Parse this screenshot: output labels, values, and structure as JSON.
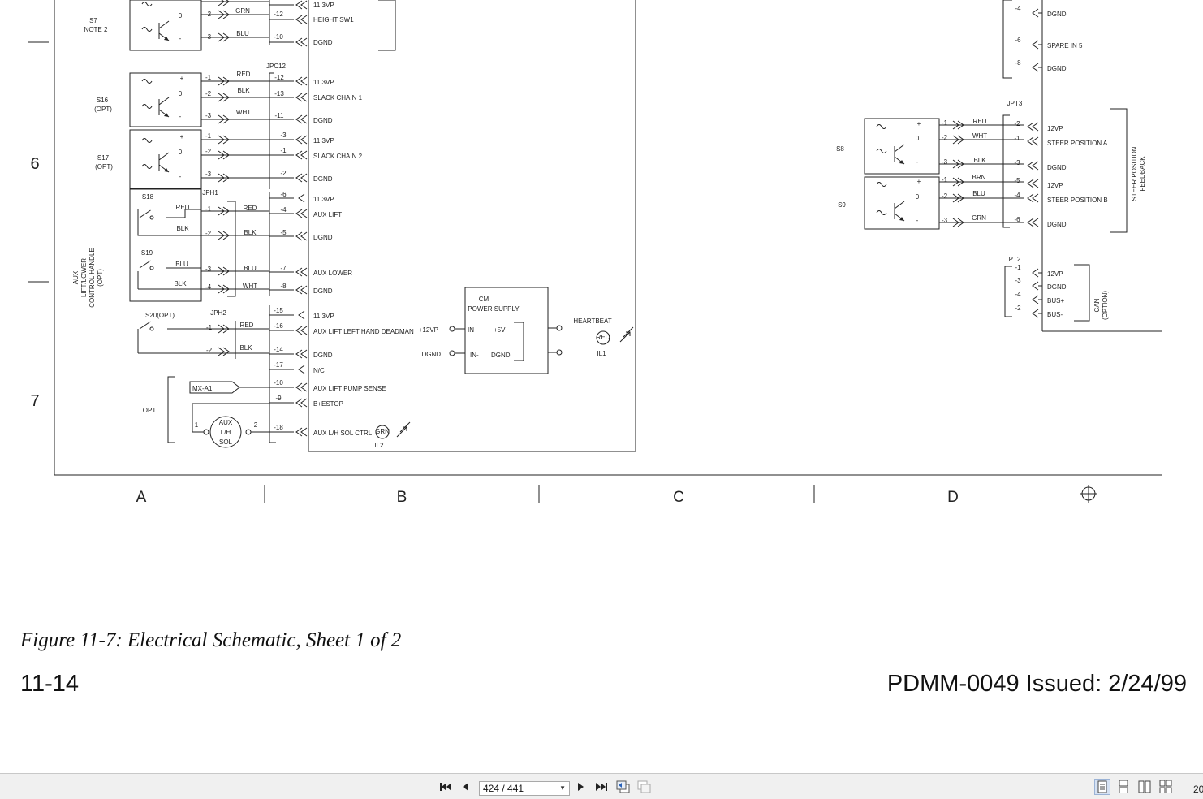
{
  "schematic": {
    "zone_letters": [
      "A",
      "B",
      "C",
      "D"
    ],
    "row_numbers": [
      "6",
      "7"
    ],
    "connectors": {
      "jpc12": "JPC12",
      "jph1": "JPH1",
      "jph2": "JPH2",
      "jpt3": "JPT3",
      "pt2": "PT2"
    },
    "sensors_left": [
      {
        "ref": "S7",
        "note": "NOTE 2",
        "wires": [
          "GRN",
          "BLU"
        ],
        "pins": [
          "-2",
          "-3"
        ],
        "conn_pins": [
          "-12",
          "-10"
        ],
        "signals": [
          "11.3VP",
          "HEIGHT SW1",
          "DGND"
        ]
      },
      {
        "ref": "S16",
        "note": "(OPT)",
        "wires": [
          "RED",
          "BLK",
          "WHT"
        ],
        "pins": [
          "-1",
          "-2",
          "-3"
        ],
        "conn_pins": [
          "-12",
          "-13",
          "-11"
        ],
        "signals": [
          "11.3VP",
          "SLACK CHAIN 1",
          "DGND"
        ]
      },
      {
        "ref": "S17",
        "note": "(OPT)",
        "pins": [
          "-1",
          "-2",
          "-3"
        ],
        "conn_pins": [
          "-3",
          "-1",
          "-2"
        ],
        "signals": [
          "11.3VP",
          "SLACK CHAIN 2",
          "DGND"
        ]
      }
    ],
    "symbol_marks": {
      "plus": "+",
      "zero": "0",
      "minus": "-"
    },
    "s18": {
      "ref": "S18",
      "wires": [
        "RED",
        "BLK"
      ],
      "pins": [
        "-1",
        "-2"
      ],
      "out_wires": [
        "RED",
        "BLK"
      ]
    },
    "s19": {
      "ref": "S19",
      "wires": [
        "BLU",
        "BLK"
      ],
      "pins": [
        "-3",
        "-4"
      ],
      "out_wires": [
        "BLU",
        "WHT"
      ]
    },
    "handle_label": [
      "AUX",
      "LIFT/LOWER",
      "CONTROL HANDLE",
      "(OPT)"
    ],
    "jph1_signals": [
      {
        "pin": "-6",
        "sig": "11.3VP"
      },
      {
        "pin": "-4",
        "sig": "AUX LIFT"
      },
      {
        "pin": "-5",
        "sig": "DGND"
      },
      {
        "pin": "-7",
        "sig": "AUX LOWER"
      },
      {
        "pin": "-8",
        "sig": "DGND"
      }
    ],
    "s20": {
      "ref": "S20(OPT)",
      "wires": [
        "RED",
        "BLK"
      ],
      "pins": [
        "-1",
        "-2"
      ]
    },
    "jph2_signals": [
      {
        "pin": "-15",
        "sig": "11.3VP"
      },
      {
        "pin": "-16",
        "sig": "AUX LIFT LEFT HAND DEADMAN"
      },
      {
        "pin": "-14",
        "sig": "DGND"
      },
      {
        "pin": "-17",
        "sig": "N/C"
      },
      {
        "pin": "-10",
        "sig": "AUX LIFT PUMP SENSE"
      },
      {
        "pin": "-9",
        "sig": "B+ESTOP"
      },
      {
        "pin": "-18",
        "sig": "AUX L/H SOL CTRL"
      }
    ],
    "opt_label": "OPT",
    "mx_label": "MX-A1",
    "solenoid": {
      "lines": [
        "AUX",
        "L/H",
        "SOL"
      ],
      "pin1": "1",
      "pin2": "2"
    },
    "lamp_il2": {
      "color": "GRN",
      "ref": "IL2"
    },
    "power_supply": {
      "title": [
        "CM",
        "POWER SUPPLY"
      ],
      "in_plus": "IN+",
      "in_minus": "IN-",
      "out_plus": "+5V",
      "out_minus": "DGND",
      "ext_plus": "+12VP",
      "ext_minus": "DGND"
    },
    "heartbeat": {
      "label": "HEARTBEAT",
      "color": "RED",
      "ref": "IL1"
    },
    "right_top": [
      {
        "pin": "-4",
        "sig": "DGND"
      },
      {
        "pin": "-6",
        "sig": "SPARE IN 5"
      },
      {
        "pin": "-8",
        "sig": "DGND"
      }
    ],
    "s8": {
      "ref": "S8",
      "wires": [
        "RED",
        "WHT",
        "BLK"
      ],
      "pins": [
        "-1",
        "-2",
        "-3"
      ]
    },
    "s9": {
      "ref": "S9",
      "wires": [
        "BRN",
        "BLU",
        "GRN"
      ],
      "pins": [
        "-1",
        "-2",
        "-3"
      ]
    },
    "jpt3_signals": [
      {
        "pin": "-2",
        "sig": "12VP"
      },
      {
        "pin": "-1",
        "sig": "STEER POSITION A"
      },
      {
        "pin": "-3",
        "sig": "DGND"
      },
      {
        "pin": "-5",
        "sig": "12VP"
      },
      {
        "pin": "-4",
        "sig": "STEER POSITION B"
      },
      {
        "pin": "-6",
        "sig": "DGND"
      }
    ],
    "steer_feedback": [
      "STEER POSITION",
      "FEEDBACK"
    ],
    "pt2_signals": [
      {
        "pin": "-1",
        "sig": "12VP"
      },
      {
        "pin": "-3",
        "sig": "DGND"
      },
      {
        "pin": "-4",
        "sig": "BUS+"
      },
      {
        "pin": "-2",
        "sig": "BUS-"
      }
    ],
    "can_label": [
      "CAN",
      "(OPTION)"
    ]
  },
  "footer": {
    "caption": "Figure 11-7:  Electrical Schematic, Sheet 1 of 2",
    "page_number": "11-14",
    "doc_info": "PDMM-0049  Issued:  2/24/99"
  },
  "toolbar": {
    "page_value": "424 / 441",
    "zoom_text": "20",
    "icons": [
      "first-page-icon",
      "prev-page-icon",
      "next-page-icon",
      "last-page-icon",
      "prev-view-icon",
      "next-view-icon",
      "single-page-icon",
      "continuous-icon",
      "facing-icon",
      "continuous-facing-icon"
    ]
  }
}
